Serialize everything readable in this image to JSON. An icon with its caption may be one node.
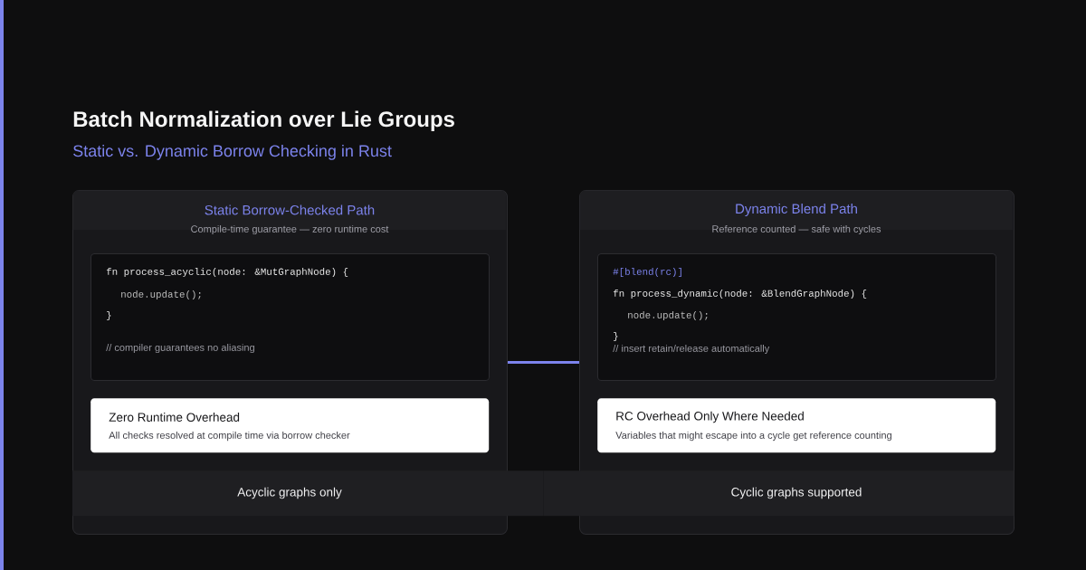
{
  "diagram": {
    "title": "Batch Normalization over Lie Groups",
    "nodes": [
      {
        "text": [
          "Static Borrow-Checked Path",
          "Compile-time guarantee — zero runtime cost"
        ]
      },
      {
        "text": [
          "fn process_acyclic(node: &MutGraphNode) {",
          "node.update();",
          "}",
          "// compiler guarantees no aliasing"
        ],
        "in": 0
      },
      {
        "text": [
          "Zero Runtime Overhead",
          "All checks resolved at compile time via borrow checker"
        ],
        "in": 0
      },
      {
        "text": [
          "Dynamic Blend Path",
          "Reference counted — safe with cycles"
        ]
      },
      {
        "text": [
          "#[blend(rc)]",
          "fn process_dynamic(node: &BlendGraphNode) {",
          "node.update();",
          "}",
          "// insert retain/release automatically"
        ],
        "in": 3
      },
      {
        "text": [
          "RC Overhead Only Where Needed",
          "Variables that might escape into a cycle get reference counting"
        ],
        "in": 3
      },
      {
        "text": [
          "Acyclic graphs only"
        ]
      },
      {
        "text": [
          "Cyclic graphs supported"
        ]
      }
    ],
    "edges": [
      {
        "from": 0,
        "to": 3,
        "arrow": "none"
      }
    ],
    "labels": [
      "Static vs. Dynamic Borrow Checking in Rust"
    ]
  }
}
